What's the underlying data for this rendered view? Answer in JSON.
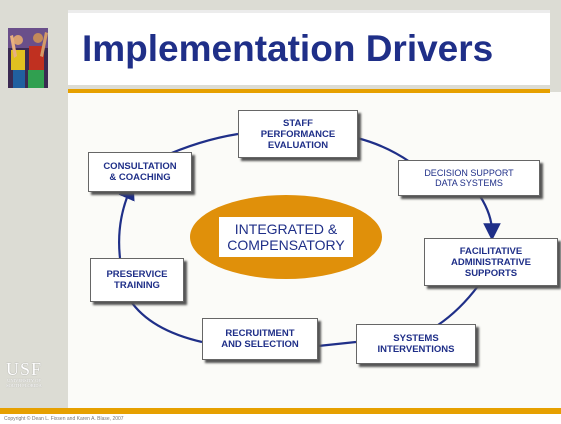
{
  "slide": {
    "title": "Implementation Drivers",
    "copyright": "Copyright © Dean L. Fixsen and Karen A. Blase, 2007",
    "logo": {
      "mark": "USF",
      "sub": "UNIVERSITY OF SOUTH FLORIDA"
    }
  },
  "diagram": {
    "center": "INTEGRATED &\nCOMPENSATORY",
    "nodes": [
      {
        "id": "staff",
        "label": "STAFF\nPERFORMANCE\nEVALUATION"
      },
      {
        "id": "decision",
        "label": "DECISION SUPPORT\nDATA SYSTEMS"
      },
      {
        "id": "facilitative",
        "label": "FACILITATIVE\nADMINISTRATIVE\nSUPPORTS"
      },
      {
        "id": "systems",
        "label": "SYSTEMS\nINTERVENTIONS"
      },
      {
        "id": "recruitment",
        "label": "RECRUITMENT\nAND SELECTION"
      },
      {
        "id": "preservice",
        "label": "PRESERVICE\nTRAINING"
      },
      {
        "id": "consultation",
        "label": "CONSULTATION\n& COACHING"
      }
    ]
  },
  "colors": {
    "title": "#1f2f88",
    "accent": "#e6a000",
    "arrow": "#1f2f88",
    "oval": "#e0900a"
  }
}
